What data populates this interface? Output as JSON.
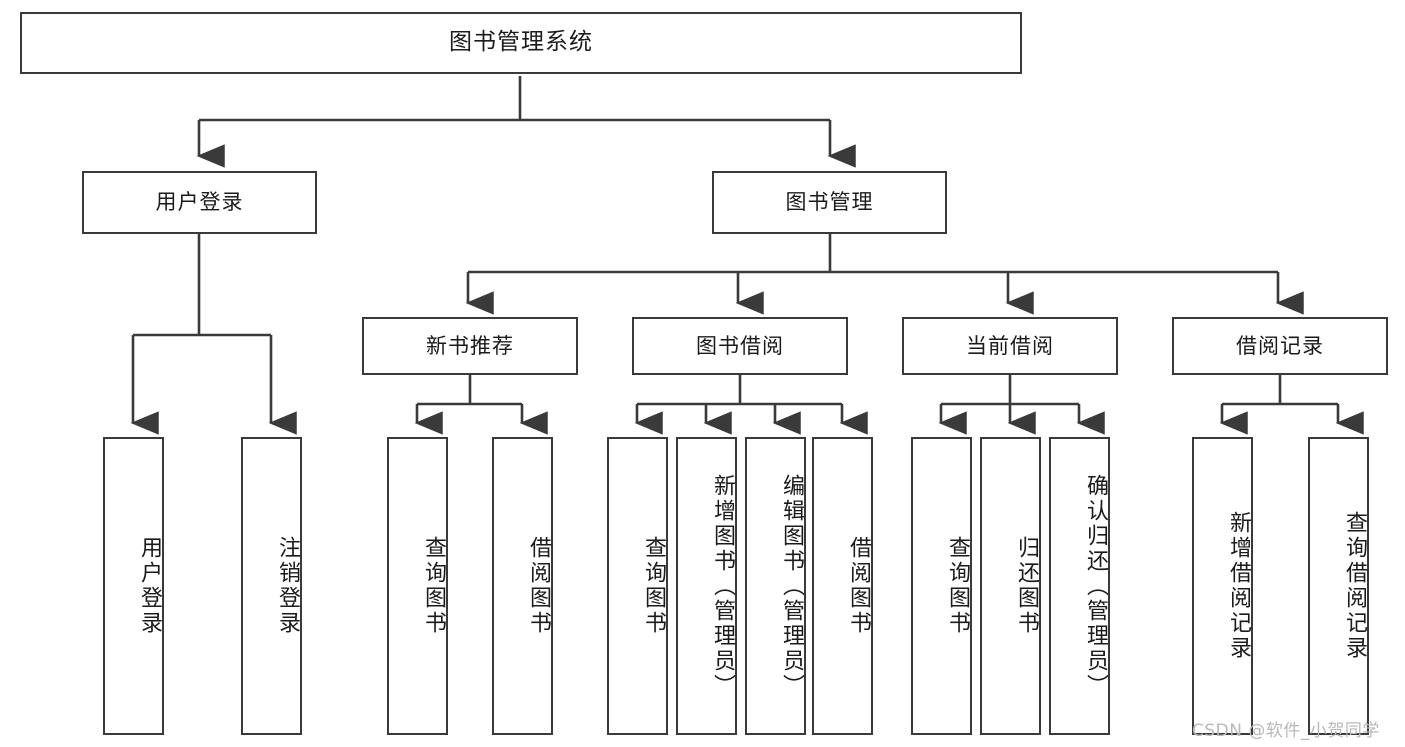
{
  "diagram": {
    "type": "tree-hierarchy",
    "title": "图书管理系统",
    "watermark": "CSDN @软件_小贺同学",
    "colors": {
      "box_border": "#3a3a3a",
      "box_fill": "#ffffff",
      "connector": "#3a3a3a",
      "text": "#1b1b1b",
      "watermark": "#b9b9b9"
    },
    "nodes": {
      "root": {
        "label": "图书管理系统"
      },
      "level2": [
        {
          "label": "用户登录"
        },
        {
          "label": "图书管理"
        }
      ],
      "level3": [
        {
          "label": "新书推荐"
        },
        {
          "label": "图书借阅"
        },
        {
          "label": "当前借阅"
        },
        {
          "label": "借阅记录"
        }
      ],
      "leaves": {
        "user_login": [
          {
            "label": "用户登录"
          },
          {
            "label": "注销登录"
          }
        ],
        "new_book_recommend": [
          {
            "label": "查询图书"
          },
          {
            "label": "借阅图书"
          }
        ],
        "book_borrow": [
          {
            "label": "查询图书"
          },
          {
            "label": "新增图书（管理员）"
          },
          {
            "label": "编辑图书（管理员）"
          },
          {
            "label": "借阅图书"
          }
        ],
        "current_borrow": [
          {
            "label": "查询图书"
          },
          {
            "label": "归还图书"
          },
          {
            "label": "确认归还（管理员）"
          }
        ],
        "borrow_record": [
          {
            "label": "新增借阅记录"
          },
          {
            "label": "查询借阅记录"
          }
        ]
      }
    }
  }
}
